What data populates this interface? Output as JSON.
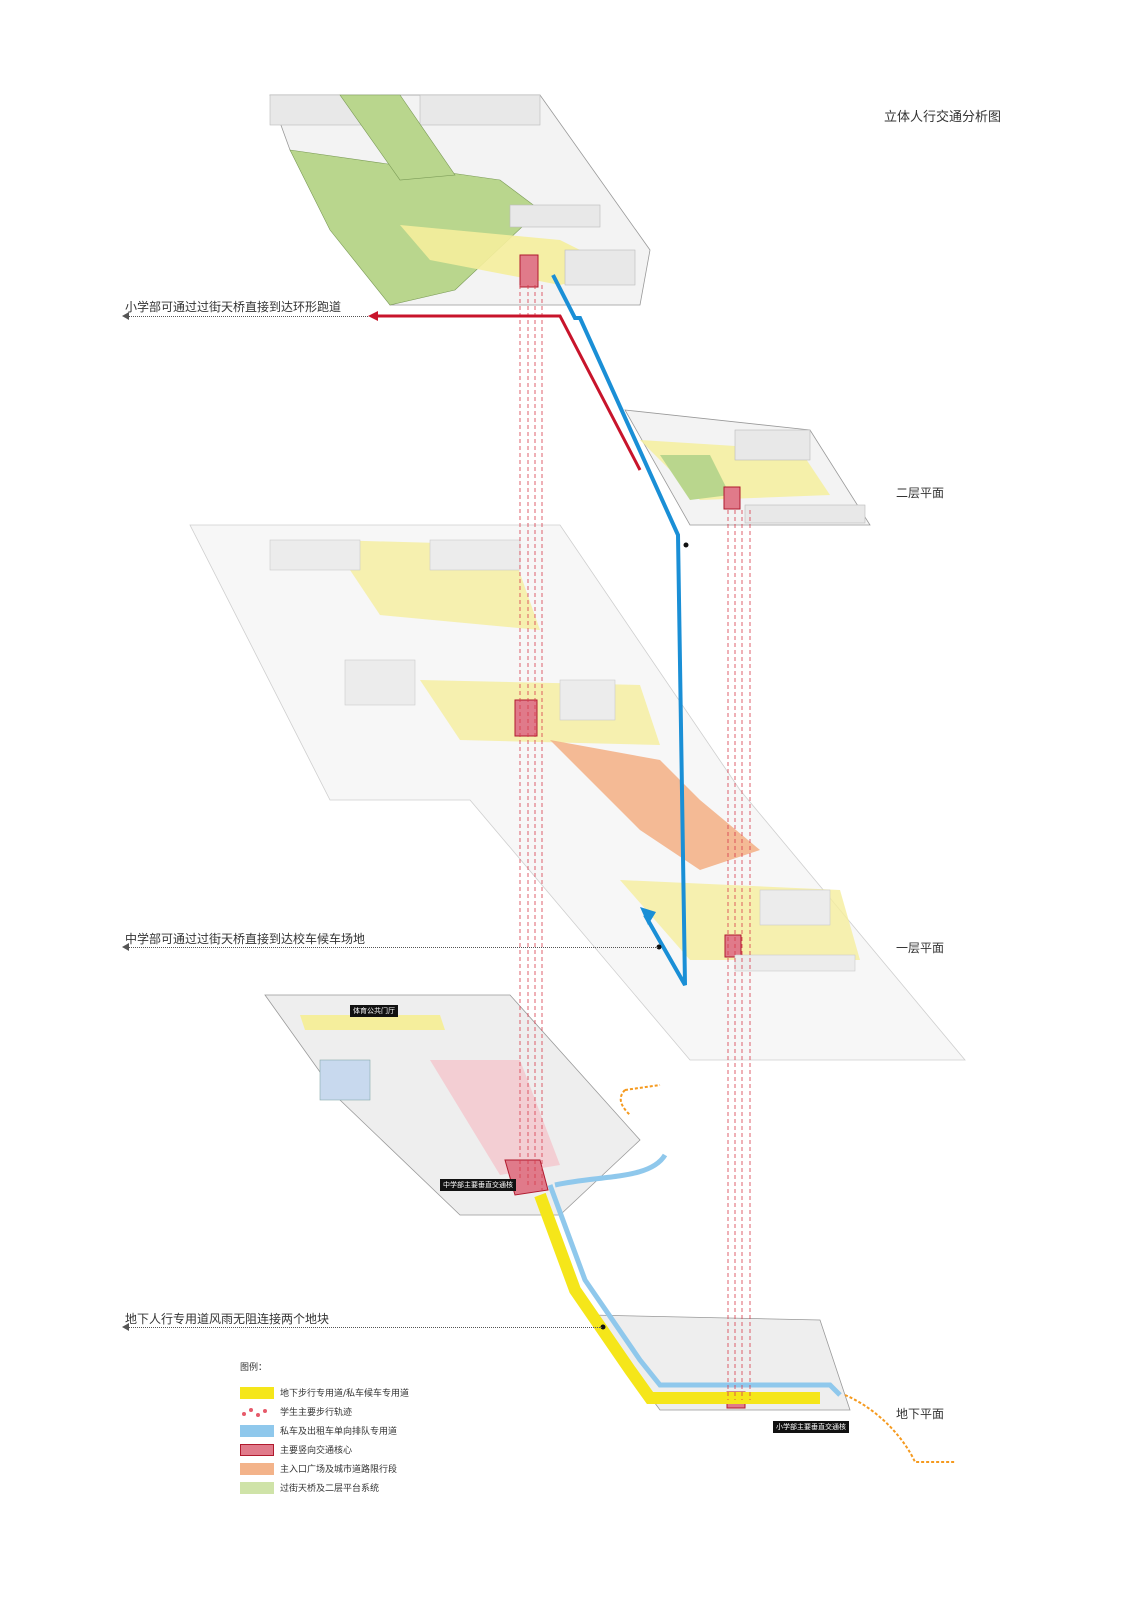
{
  "title": "立体人行交通分析图",
  "floors": {
    "second": "二层平面",
    "first": "一层平面",
    "basement": "地下平面"
  },
  "annotations": {
    "primary_bridge": "小学部可通过过街天桥直接到达环形跑道",
    "middle_bridge": "中学部可通过过街天桥直接到达校车候车场地",
    "underground": "地下人行专用道风雨无阻连接两个地块"
  },
  "tags": {
    "basement_core_mid": "中学部主要垂直交通核",
    "basement_core_pri": "小学部主要垂直交通核",
    "top_tag": "体育公共门厅"
  },
  "legend": {
    "title": "图例：",
    "items": [
      {
        "label": "地下步行专用道/私车候车专用道",
        "color": "#f5e61a",
        "kind": "fill"
      },
      {
        "label": "学生主要步行轨迹",
        "color": "#e65a6a",
        "kind": "dots"
      },
      {
        "label": "私车及出租车单向排队专用道",
        "color": "#8fc8ec",
        "kind": "fill"
      },
      {
        "label": "主要竖向交通核心",
        "color": "#e07a8a",
        "kind": "outline"
      },
      {
        "label": "主入口广场及城市道路限行段",
        "color": "#f3b38a",
        "kind": "fill"
      },
      {
        "label": "过街天桥及二层平台系统",
        "color": "#cfe3a8",
        "kind": "fill"
      }
    ]
  },
  "colors": {
    "blue_path": "#1a8fd6",
    "red_path": "#c8142b",
    "green": "#b9d68d",
    "yellow": "#f5ee9c",
    "orange": "#f3b38a",
    "core": "#e07a8a"
  }
}
